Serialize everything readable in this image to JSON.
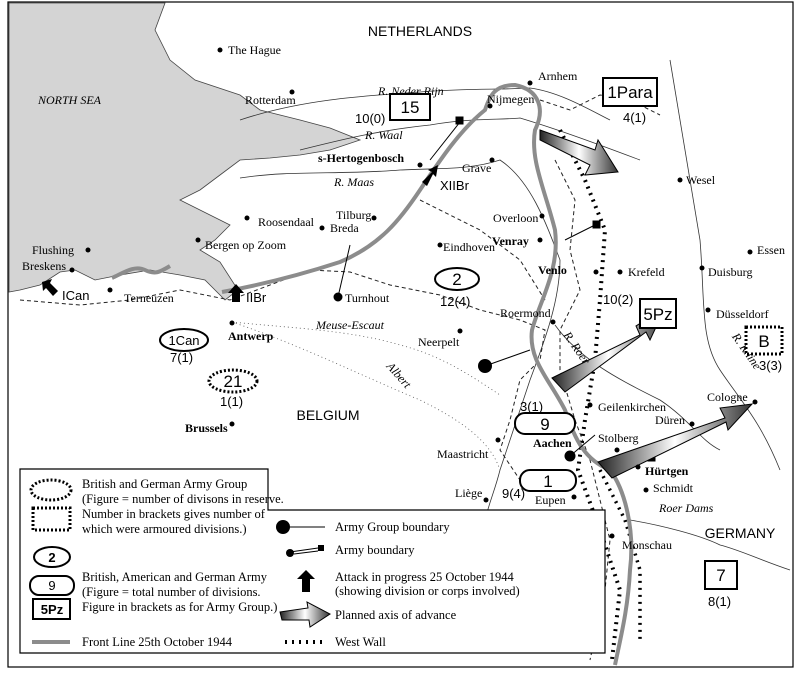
{
  "title_country_north": "NETHERLANDS",
  "sea": "NORTH SEA",
  "countries": {
    "belgium": "BELGIUM",
    "germany": "GERMANY"
  },
  "towns": {
    "the_hague": "The Hague",
    "rotterdam": "Rotterdam",
    "arnhem": "Arnhem",
    "nijmegen": "Nijmegen",
    "s_hertogenbosch": "s-Hertogenbosch",
    "grave": "Grave",
    "wesel": "Wesel",
    "roosendaal": "Roosendaal",
    "tilburg": "Tilburg",
    "breda": "Breda",
    "bergen_op_zoom": "Bergen op Zoom",
    "eindhoven": "Eindhoven",
    "overloon": "Overloon",
    "venray": "Venray",
    "essen": "Essen",
    "flushing": "Flushing",
    "breskens": "Breskens",
    "terneuzen": "Terneuzen",
    "turnhout": "Turnhout",
    "venlo": "Venlo",
    "krefeld": "Krefeld",
    "duisburg": "Duisburg",
    "roermond": "Roermond",
    "dusseldorf": "Düsseldorf",
    "antwerp": "Antwerp",
    "neerpelt": "Neerpelt",
    "brussels": "Brussels",
    "geilenkirchen": "Geilenkirchen",
    "cologne": "Cologne",
    "duren": "Düren",
    "aachen": "Aachen",
    "stolberg": "Stolberg",
    "maastricht": "Maastricht",
    "hurtgen": "Hürtgen",
    "schmidt": "Schmidt",
    "liege": "Liège",
    "eupen": "Eupen",
    "monschau": "Monschau"
  },
  "rivers": {
    "neder_rijn": "R. Neder Rijn",
    "waal": "R. Waal",
    "maas": "R. Maas",
    "meuse_escaut": "Meuse-Escaut",
    "albert": "Albert",
    "roer": "R. Roer",
    "rhine": "R. Rhine",
    "roer_dams": "Roer Dams"
  },
  "attacks": {
    "xiibr": "XIIBr",
    "iibr": "IIBr",
    "ican": "ICan"
  },
  "formations": {
    "f15": {
      "label": "15",
      "count": "10(0)"
    },
    "f1para": {
      "label": "1Para",
      "count": "4(1)"
    },
    "f2": {
      "label": "2",
      "count": "12(4)"
    },
    "f5pz": {
      "label": "5Pz",
      "count": "10(2)"
    },
    "f1can": {
      "label": "1Can",
      "count": "7(1)"
    },
    "fb": {
      "label": "B",
      "count": "3(3)"
    },
    "f21": {
      "label": "21",
      "count": "1(1)"
    },
    "f9": {
      "label": "9",
      "count": "3(1)"
    },
    "f1": {
      "label": "1",
      "count": "9(4)"
    },
    "f7": {
      "label": "7",
      "count": "8(1)"
    }
  },
  "legend": {
    "army_group_1": "British and German Army Group",
    "army_group_2": "(Figure = number of divisons in reserve.",
    "army_group_3": "Number in brackets gives number of",
    "army_group_4": "which were armoured divisions.)",
    "army_1": "British, American and German Army",
    "army_2": "(Figure = total number of divisions.",
    "army_3": "Figure in brackets as for Army Group.)",
    "sym_2": "2",
    "sym_9": "9",
    "sym_5pz": "5Pz",
    "front_line": "Front Line 25th October 1944",
    "army_group_boundary": "Army Group boundary",
    "army_boundary": "Army boundary",
    "attack_1": "Attack in progress 25 October 1944",
    "attack_2": "(showing division or corps involved)",
    "planned_axis": "Planned axis of advance",
    "west_wall": "West Wall"
  },
  "colors": {
    "sea": "#d4d4d4",
    "front_line": "#8c8c8c"
  }
}
